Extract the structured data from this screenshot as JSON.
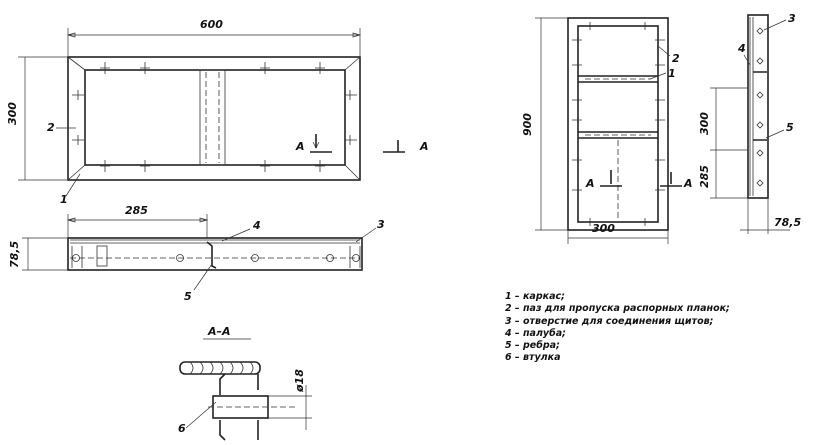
{
  "plan_view": {
    "dim_length": "600",
    "dim_height": "300",
    "callouts": [
      "1",
      "2"
    ],
    "section_mark": "A"
  },
  "side_view": {
    "dim_offset": "285",
    "dim_thickness": "78,5",
    "callouts": [
      "3",
      "4",
      "5"
    ]
  },
  "section_aa": {
    "title": "А–А",
    "dim_diameter": "ø18",
    "callout": "6"
  },
  "tall_panel": {
    "dim_height": "900",
    "dim_width": "300",
    "callouts": [
      "1",
      "2"
    ],
    "section_mark": "A"
  },
  "edge_view": {
    "dim_upper": "300",
    "dim_lower": "285",
    "dim_thickness": "78,5",
    "callouts": [
      "3",
      "4",
      "5"
    ]
  },
  "legend": [
    "1 – каркас;",
    "2 – паз для пропуска  распорных планок;",
    "3 – отверстие для  соединения щитов;",
    "4 – палуба;",
    "5 – ребра;",
    "6 – втулка"
  ]
}
